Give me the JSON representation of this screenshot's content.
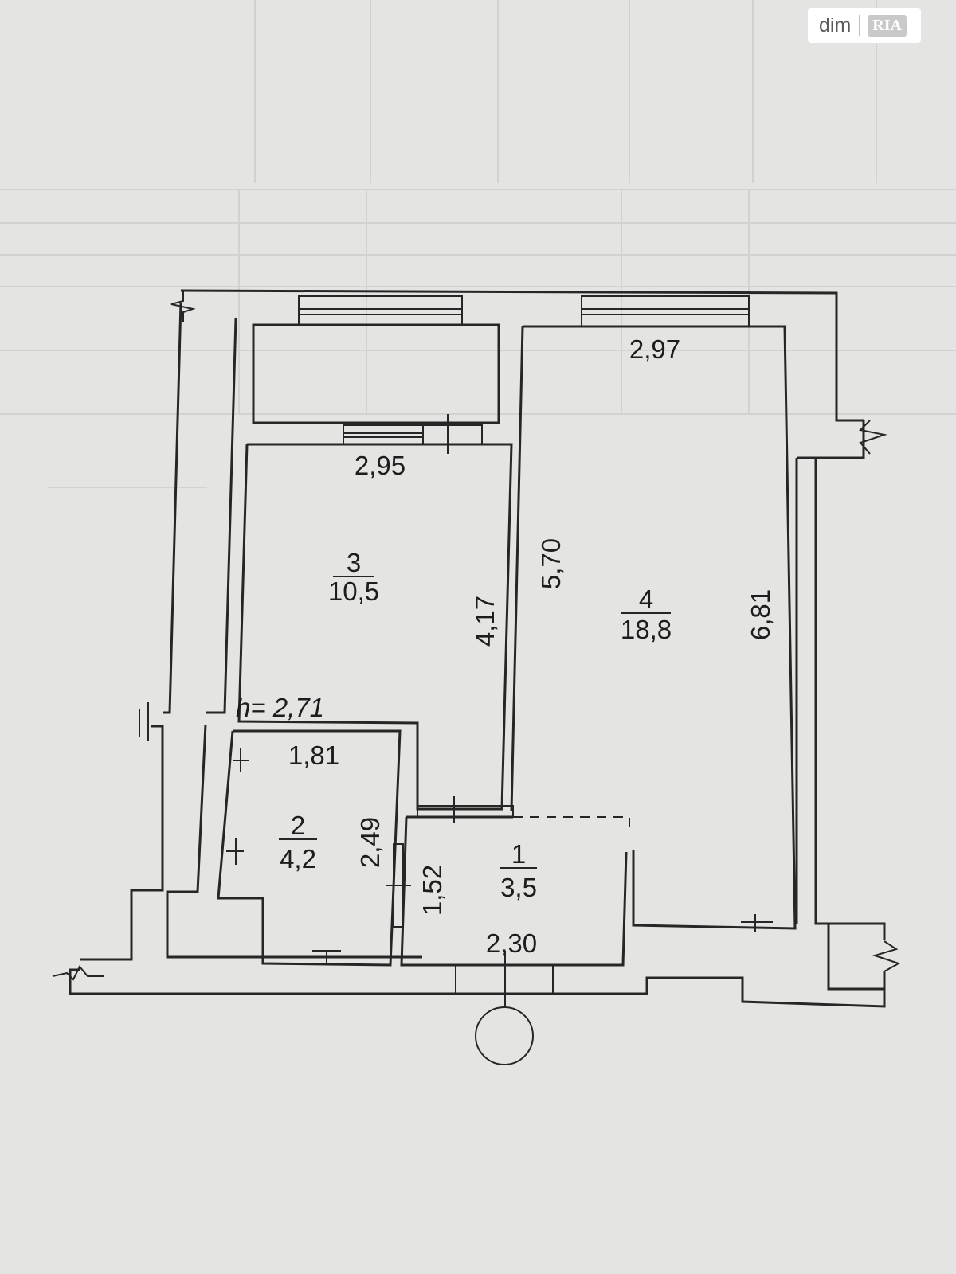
{
  "watermark": {
    "dim": "dim",
    "ria": "RIA"
  },
  "rooms": [
    {
      "number": "1",
      "area": "3,5"
    },
    {
      "number": "2",
      "area": "4,2"
    },
    {
      "number": "3",
      "area": "10,5"
    },
    {
      "number": "4",
      "area": "18,8"
    }
  ],
  "dimensions": {
    "room4_width": "2,97",
    "room3_width": "2,95",
    "room4_inner_height": "5,70",
    "room4_height": "6,81",
    "room3_height": "4,17",
    "room2_width": "1,81",
    "room2_height": "2,49",
    "room1_height": "1,52",
    "room1_width": "2,30"
  },
  "ceiling_height": "h= 2,71"
}
